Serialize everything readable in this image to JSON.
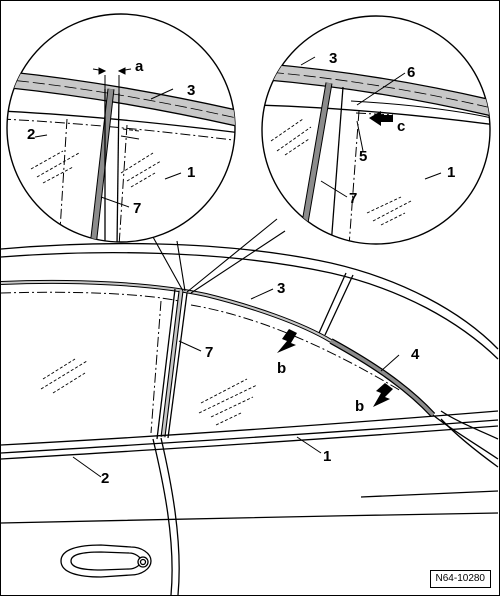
{
  "figure": {
    "reference_code": "N64-10280",
    "colors": {
      "line": "#000000",
      "seal": "#c8c8c8",
      "seal_dark": "#8c8c8c",
      "background": "#ffffff"
    },
    "callouts": {
      "left_inset": {
        "a": "a",
        "c3": "3",
        "c2": "2",
        "c1": "1",
        "c7": "7"
      },
      "right_inset": {
        "c3": "3",
        "c6": "6",
        "c_c": "c",
        "c5": "5",
        "c1": "1",
        "c7": "7"
      },
      "main": {
        "c3": "3",
        "c7": "7",
        "c_b1": "b",
        "c4": "4",
        "c_b2": "b",
        "c1": "1",
        "c2": "2"
      }
    },
    "icons": [
      "arrow-icon",
      "door-handle-icon"
    ]
  }
}
